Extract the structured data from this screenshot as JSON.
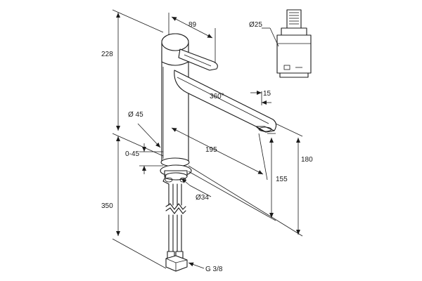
{
  "dimensions": {
    "total_height": "228",
    "below_counter": "350",
    "lever_length": "89",
    "spout_height": "180",
    "spout_outlet_height": "155",
    "spout_reach": "195",
    "spout_thickness": "15",
    "swivel_angle": "360°",
    "base_diameter": "Ø 45",
    "counter_thickness": "0-45",
    "hole_diameter": "Ø34",
    "thread": "G 3/8",
    "cartridge_diameter": "Ø25"
  }
}
